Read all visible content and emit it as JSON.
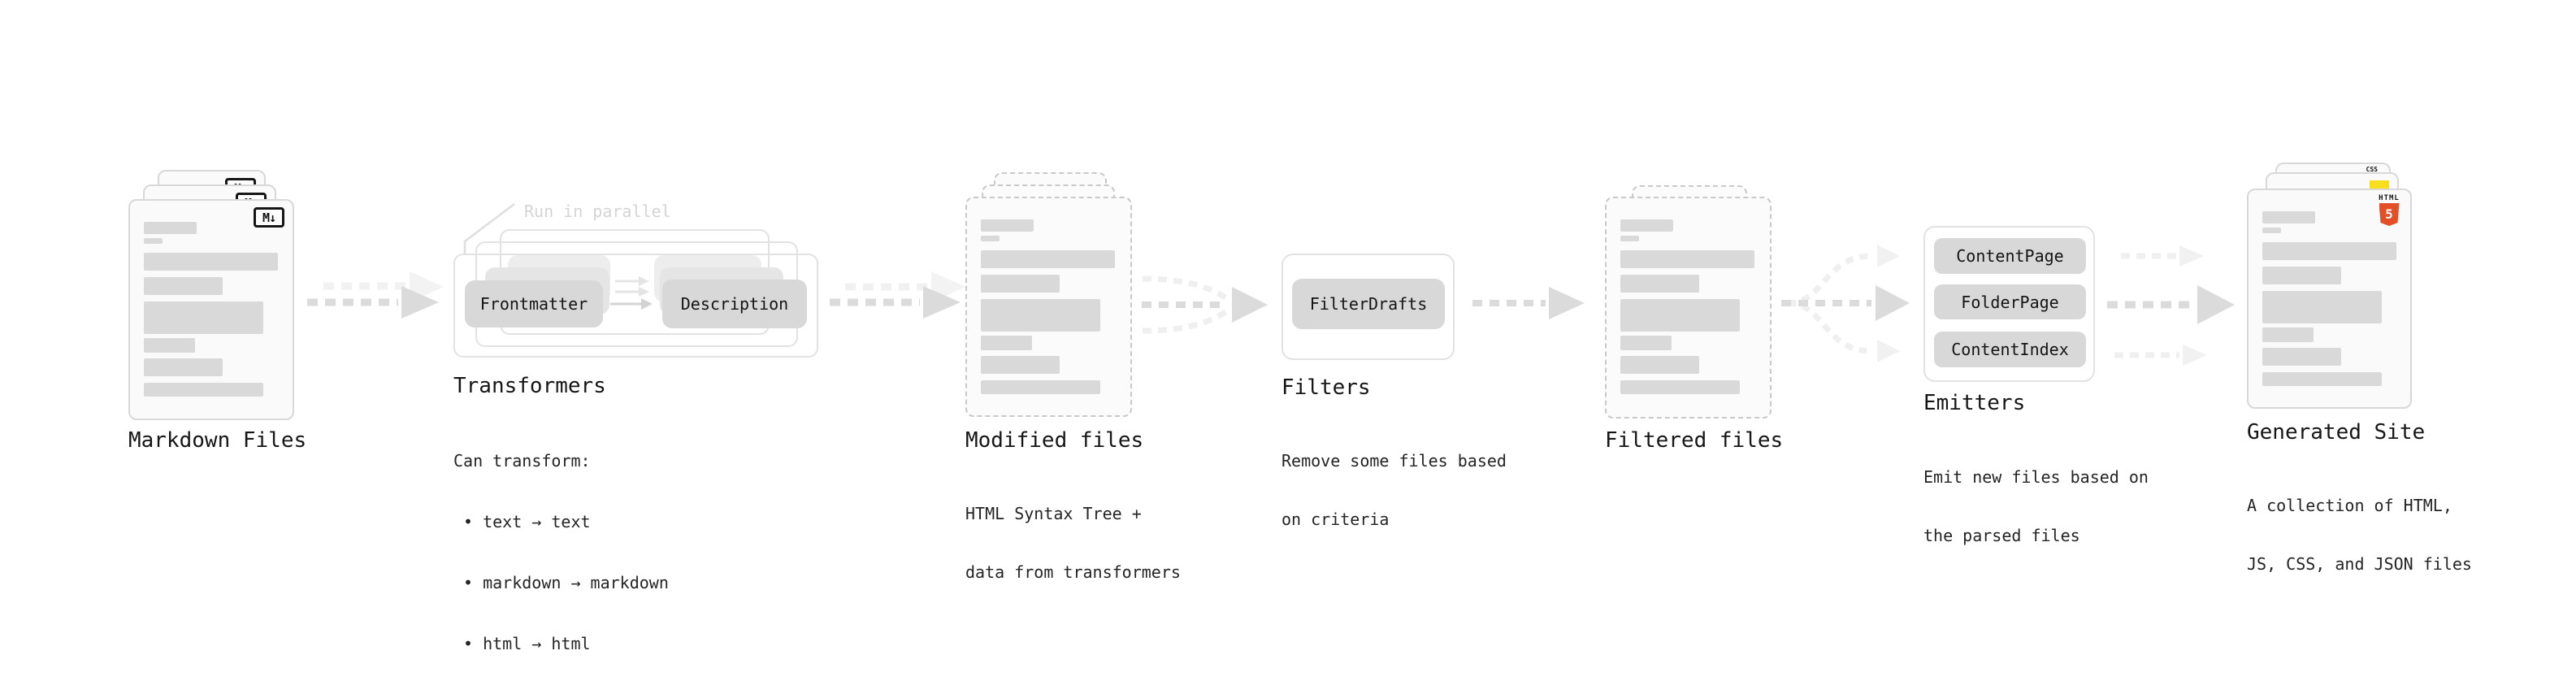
{
  "stages": {
    "markdown_files": {
      "label": "Markdown Files"
    },
    "transformers": {
      "label": "Transformers",
      "annotation": "Run in parallel",
      "pill_left": "Frontmatter",
      "pill_right": "Description",
      "desc_title": "Can transform:",
      "bullets": [
        "• text → text",
        "• markdown → markdown",
        "• html → html"
      ]
    },
    "modified_files": {
      "label": "Modified files",
      "desc": [
        "HTML Syntax Tree +",
        "data from transformers"
      ]
    },
    "filters": {
      "label": "Filters",
      "pill": "FilterDrafts",
      "desc": [
        "Remove some files based",
        "on criteria"
      ]
    },
    "filtered_files": {
      "label": "Filtered files"
    },
    "emitters": {
      "label": "Emitters",
      "pills": [
        "ContentPage",
        "FolderPage",
        "ContentIndex"
      ],
      "desc": [
        "Emit new files based on",
        "the parsed files"
      ]
    },
    "generated_site": {
      "label": "Generated Site",
      "desc": [
        "A collection of HTML,",
        "JS, CSS, and JSON files"
      ]
    }
  },
  "icons": {
    "markdown": "M↓",
    "html5_word": "HTML",
    "html5_five": "5",
    "css_word": "CSS"
  },
  "colors": {
    "pill_gray": "#d8d8d8",
    "bar_gray": "#d9d9d9",
    "arrow_dark": "#dbdbdb",
    "arrow_light": "#f0f0f0",
    "html5_orange": "#e34f26",
    "js_yellow": "#f7df1e",
    "css_blue": "#2965f1"
  }
}
